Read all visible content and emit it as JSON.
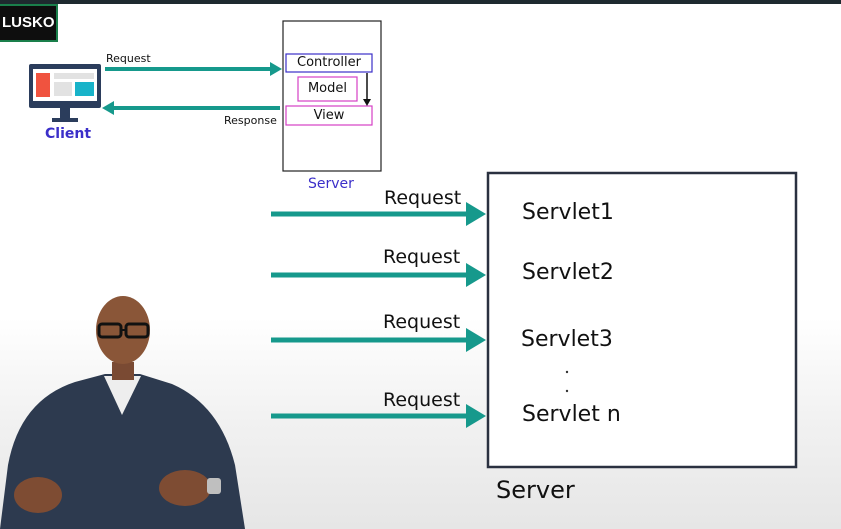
{
  "brand": {
    "logo_text": "LUSKO"
  },
  "top_diagram": {
    "request_label": "Request",
    "response_label": "Response",
    "client_label": "Client",
    "server_label": "Server",
    "mvc": [
      "Controller",
      "Model",
      "View"
    ]
  },
  "servlet_diagram": {
    "request_labels": [
      "Request",
      "Request",
      "Request",
      "Request"
    ],
    "servlets": [
      "Servlet1",
      "Servlet2",
      "Servlet3",
      "Servlet n"
    ],
    "server_label": "Server"
  },
  "colors": {
    "arrow": "#16998c",
    "accent": "#3b2fc9",
    "model_box": "#d43fc4"
  }
}
